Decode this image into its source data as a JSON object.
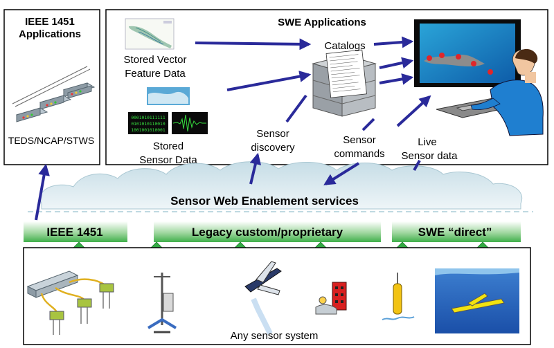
{
  "ieee_app": {
    "title_line1": "IEEE 1451",
    "title_line2": "Applications",
    "caption": "TEDS/NCAP/STWS"
  },
  "swe_app": {
    "title": "SWE Applications",
    "catalogs": "Catalogs",
    "vector_line1": "Stored Vector",
    "vector_line2": "Feature Data",
    "sensor_data_line1": "Stored",
    "sensor_data_line2": "Sensor Data",
    "binary_line1": "0001010111111",
    "binary_line2": "0101010110010",
    "binary_line3": "1001001010001",
    "discovery_line1": "Sensor",
    "discovery_line2": "discovery",
    "commands_line1": "Sensor",
    "commands_line2": "commands",
    "live_line1": "Live",
    "live_line2": "Sensor data"
  },
  "cloud": {
    "label": "Sensor Web Enablement services"
  },
  "bars": {
    "ieee": "IEEE 1451",
    "legacy": "Legacy custom/proprietary",
    "direct": "SWE “direct”"
  },
  "sensors": {
    "caption": "Any sensor system"
  },
  "colors": {
    "arrow": "#2a2a9a",
    "green": "#33aa44",
    "bar_top": "#ffffff",
    "bar_bottom": "#3fae4a",
    "cloud": "#dbe9ee"
  }
}
